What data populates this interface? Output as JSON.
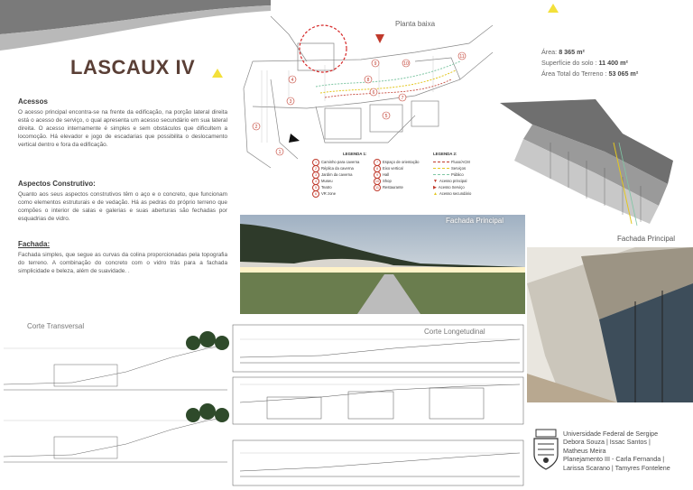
{
  "title": "LASCAUX IV",
  "sections": {
    "acessos": {
      "heading": "Acessos",
      "text": "O acesso principal encontra-se na frente da edificação, na porção lateral direita está o acesso de serviço, o qual apresenta um acesso secundário em sua lateral direita. O acesso internamente é simples e sem obstáculos que dificultem a locomoção. Há elevador e jogo de escadarias que possibilita o deslocamento vertical dentro e fora da edificação."
    },
    "aspectos": {
      "heading": "Aspectos Construtivo:",
      "text": "Quanto aos seus aspectos construtivos têm o aço e o concreto, que funcionam como elementos estruturais e de vedação. Há as pedras do próprio terreno que compões o interior de salas e galerias e suas aberturas são fechadas por esquadrias de vidro."
    },
    "fachada": {
      "heading": "Fachada:",
      "text": "Fachada simples, que segue as curvas da colina proporcionadas pela topografia do terreno. A combinação do concreto com o vidro trás para a fachada simplicidade e beleza, além de suavidade. ."
    }
  },
  "plan": {
    "label": "Planta baixa",
    "room_numbers": [
      "1",
      "2",
      "3",
      "4",
      "5",
      "6",
      "7",
      "8",
      "9",
      "10",
      "11"
    ]
  },
  "legend": {
    "title1": "LEGENDA 1:",
    "title2": "LEGENDA 2:",
    "col1": [
      {
        "n": "1",
        "label": "Caminho para caverna"
      },
      {
        "n": "2",
        "label": "Réplica da caverna"
      },
      {
        "n": "3",
        "label": "Jardim da caverna"
      },
      {
        "n": "4",
        "label": "Museu"
      },
      {
        "n": "5",
        "label": "Teatro"
      },
      {
        "n": "6",
        "label": "VR zone"
      }
    ],
    "col2": [
      {
        "n": "7",
        "label": "Espaço de orientação"
      },
      {
        "n": "8",
        "label": "Eixo vertical"
      },
      {
        "n": "9",
        "label": "Hall"
      },
      {
        "n": "10",
        "label": "Shop"
      },
      {
        "n": "11",
        "label": "Restaurante"
      }
    ],
    "col3": [
      {
        "label": "Fluxo/ACM",
        "color": "#c0392b"
      },
      {
        "label": "Serviços",
        "color": "#e3c720"
      },
      {
        "label": "Público",
        "color": "#7fc6a4"
      },
      {
        "label": "Acesso principal",
        "color": "#c0392b",
        "shape": "triangle"
      },
      {
        "label": "Acesso Serviço",
        "color": "#c0392b",
        "shape": "triangle"
      },
      {
        "label": "Acesso secundário",
        "color": "#e3c720",
        "shape": "triangle"
      }
    ]
  },
  "area": {
    "area_label": "Área:",
    "area_value": "8 365 m²",
    "solo_label": "Superfície do solo :",
    "solo_value": "11 400 m²",
    "total_label": "Área Total do Terreno :",
    "total_value": "53 065 m²"
  },
  "images": {
    "facade_label_1": "Fachada Principal",
    "facade_label_2": "Fachada Principal",
    "corte_transversal": "Corte Transversal",
    "corte_longitudinal": "Corte Longetudinal"
  },
  "credits": {
    "line1": "Universidade Federal de Sergipe",
    "line2": "Debora Souza | Issac Santos |",
    "line3": "Matheus Meira",
    "line4": "Planejamento III - Carla Fernanda |",
    "line5": "Larissa Scarano | Tamyres Fontelene"
  },
  "colors": {
    "title": "#5a3f36",
    "accent_red": "#c0392b",
    "accent_yellow": "#f3e03a",
    "flow_green": "#7fc6a4"
  }
}
